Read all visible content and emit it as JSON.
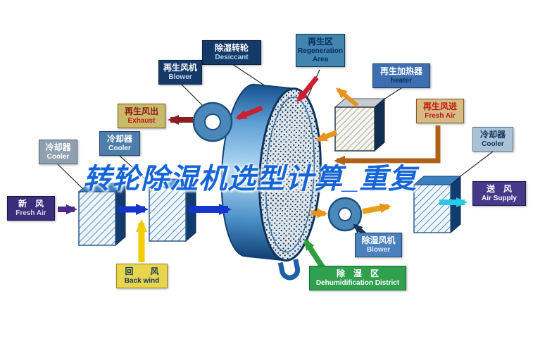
{
  "watermark": {
    "text": "转轮除湿机选型计算_重复",
    "color": "#1565d8"
  },
  "colors": {
    "process_air_arrow": "#1535cc",
    "regeneration_hot_arrow": "#cc2030",
    "exhaust_arrow": "#8a1f1f",
    "heated_air_arrow": "#e8941a",
    "supply_arrow": "#28c8e8",
    "return_air_arrow": "#f0cc00",
    "dehumidified_zone_arrow": "#2e9e3e"
  },
  "diagram": {
    "labels": {
      "desiccant": {
        "zh": "除湿转轮",
        "en": "Desiccant"
      },
      "regeneration_area": {
        "zh": "再生区",
        "en": "Regeneration Area"
      },
      "regeneration_blower": {
        "zh": "再生风机",
        "en": "Blower"
      },
      "regeneration_heater": {
        "zh": "再生加热器",
        "en": "heater"
      },
      "exhaust": {
        "zh": "再生风出",
        "en": "Exhaust"
      },
      "regeneration_fresh_air": {
        "zh": "再生风进",
        "en": "Fresh Air"
      },
      "cooler_left": {
        "zh": "冷却器",
        "en": "Cooler"
      },
      "cooler_mid": {
        "zh": "冷却器",
        "en": "Cooler"
      },
      "cooler_right": {
        "zh": "冷却器",
        "en": "Cooler"
      },
      "fresh_air_inlet": {
        "zh": "新　风",
        "en": "Fresh Air"
      },
      "air_supply": {
        "zh": "送　风",
        "en": "Air Supply"
      },
      "return_air": {
        "zh": "回　　风",
        "en": "Back wind"
      },
      "dehumidification_blower": {
        "zh": "除湿风机",
        "en": "Blower"
      },
      "dehumidification_district": {
        "zh": "除　湿　区",
        "en": "Dehumidification District"
      }
    }
  }
}
